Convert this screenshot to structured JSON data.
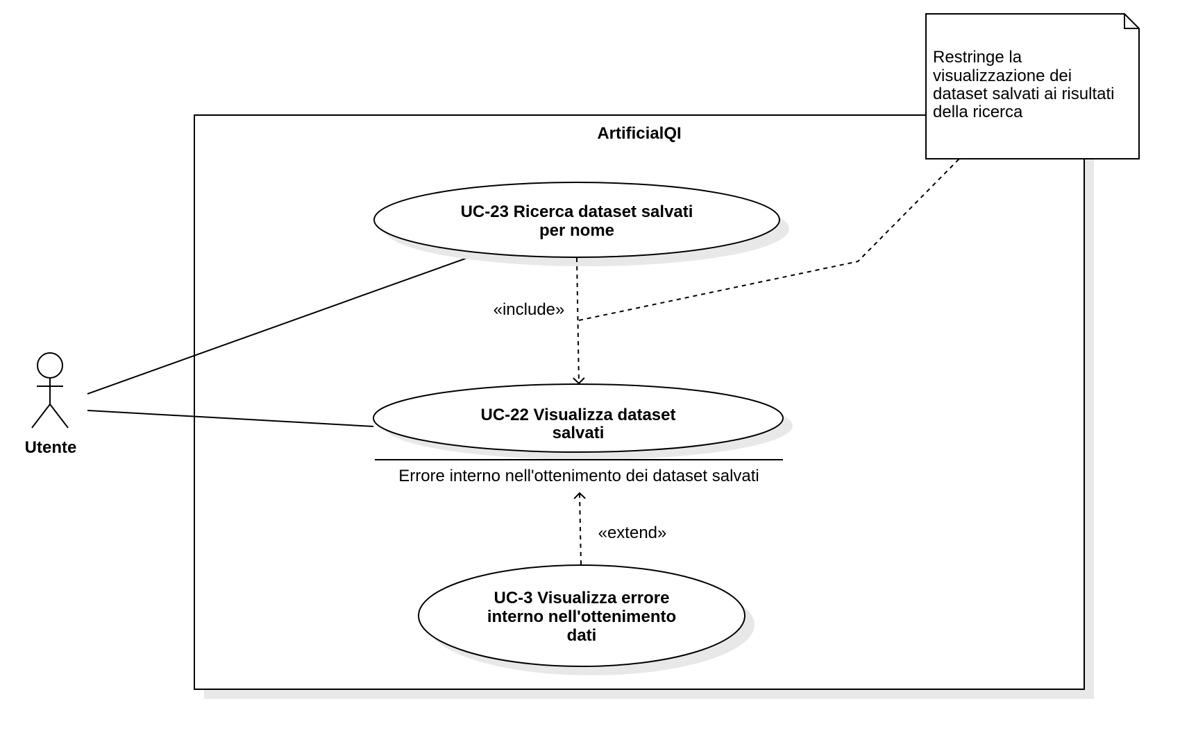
{
  "system": {
    "title": "ArtificialQI"
  },
  "actor": {
    "label": "Utente"
  },
  "use_cases": {
    "uc23": {
      "line1": "UC-23 Ricerca dataset salvati",
      "line2": "per nome"
    },
    "uc22": {
      "line1": "UC-22 Visualizza dataset",
      "line2": "salvati",
      "extension_point": "Errore interno nell'ottenimento dei dataset salvati"
    },
    "uc3": {
      "line1": "UC-3 Visualizza errore",
      "line2": "interno nell'ottenimento",
      "line3": "dati"
    }
  },
  "relations": {
    "include_label": "«include»",
    "extend_label": "«extend»"
  },
  "note": {
    "line1": "Restringe la",
    "line2": "visualizzazione dei",
    "line3": "dataset salvati ai risultati",
    "line4": "della ricerca"
  },
  "colors": {
    "stroke": "#000000",
    "shadow": "#e8e8e8",
    "background": "#ffffff"
  }
}
